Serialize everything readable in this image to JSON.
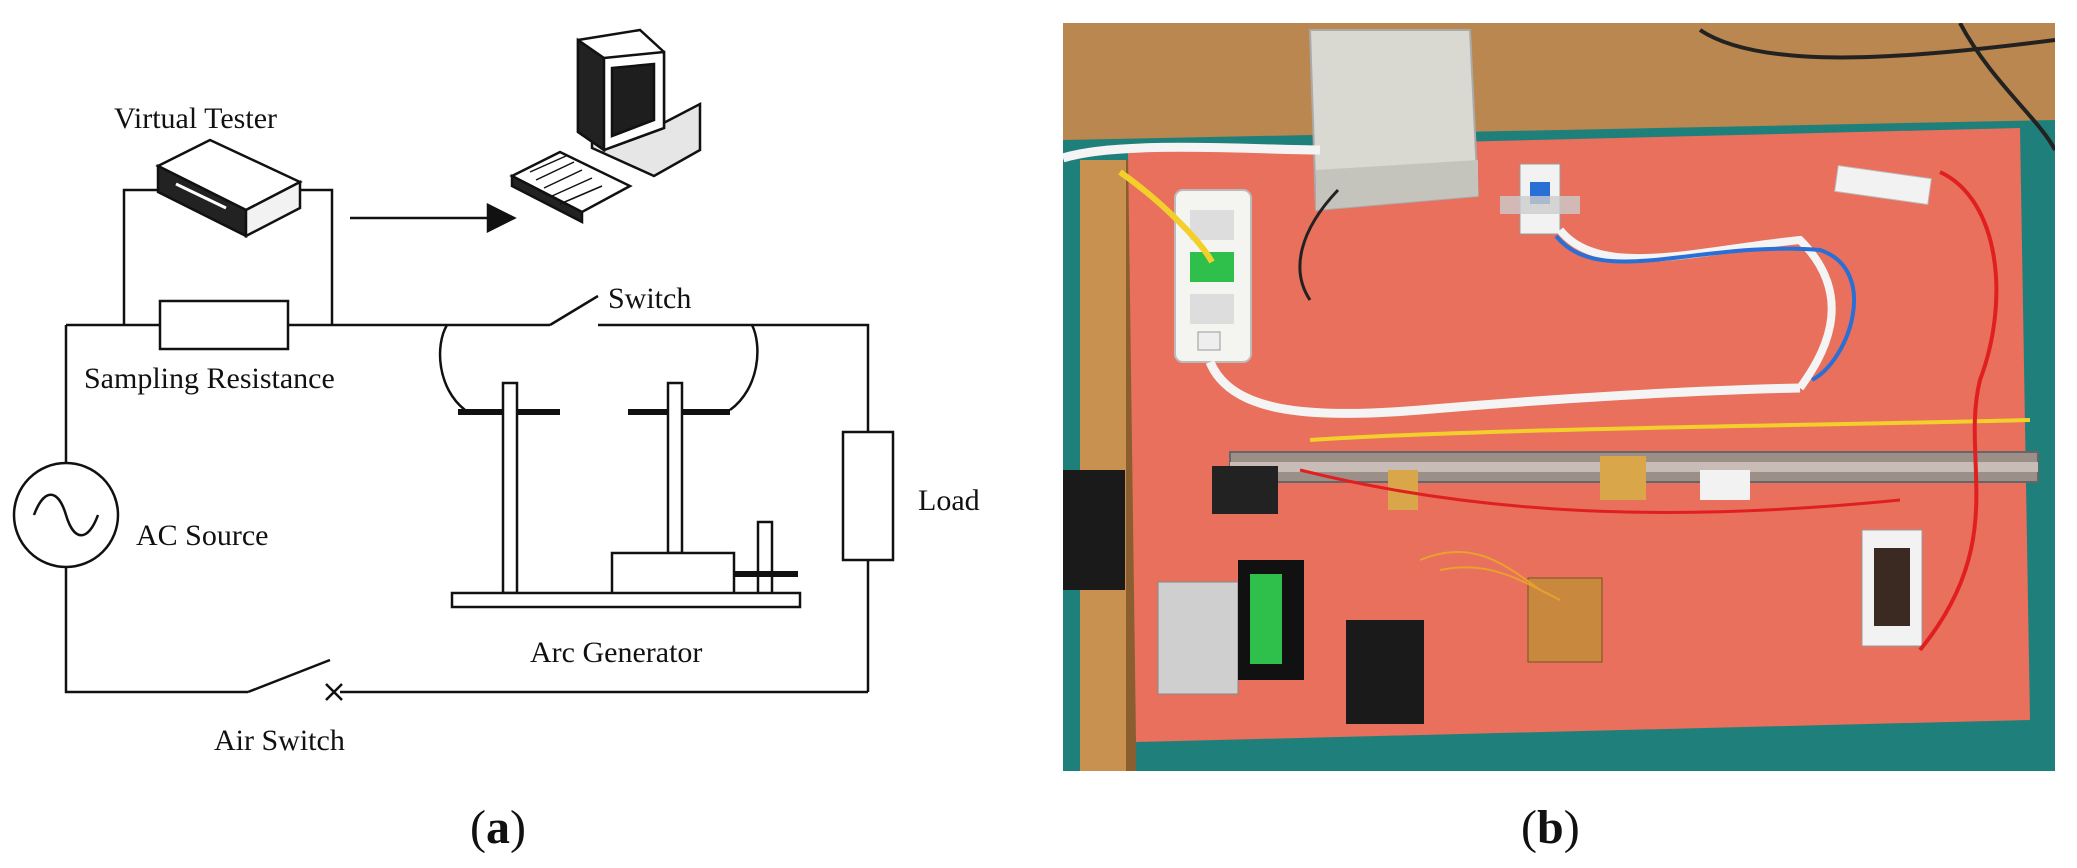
{
  "panel_a": {
    "labels": {
      "virtual_tester": "Virtual Tester",
      "switch": "Switch",
      "sampling_resistance": "Sampling Resistance",
      "ac_source": "AC Source",
      "load": "Load",
      "arc_generator": "Arc Generator",
      "air_switch": "Air Switch"
    },
    "caption": {
      "open": "(",
      "letter": "a",
      "close": ")"
    }
  },
  "panel_b": {
    "caption": {
      "open": "(",
      "letter": "b",
      "close": ")"
    }
  },
  "colors": {
    "line": "#111111",
    "board": "#e8705c",
    "table_wood": "#b9874f",
    "table_teal": "#1f7f7a",
    "wire_red": "#e02020",
    "wire_blue": "#2a6fd6",
    "wire_yellow": "#f2cf2a"
  }
}
